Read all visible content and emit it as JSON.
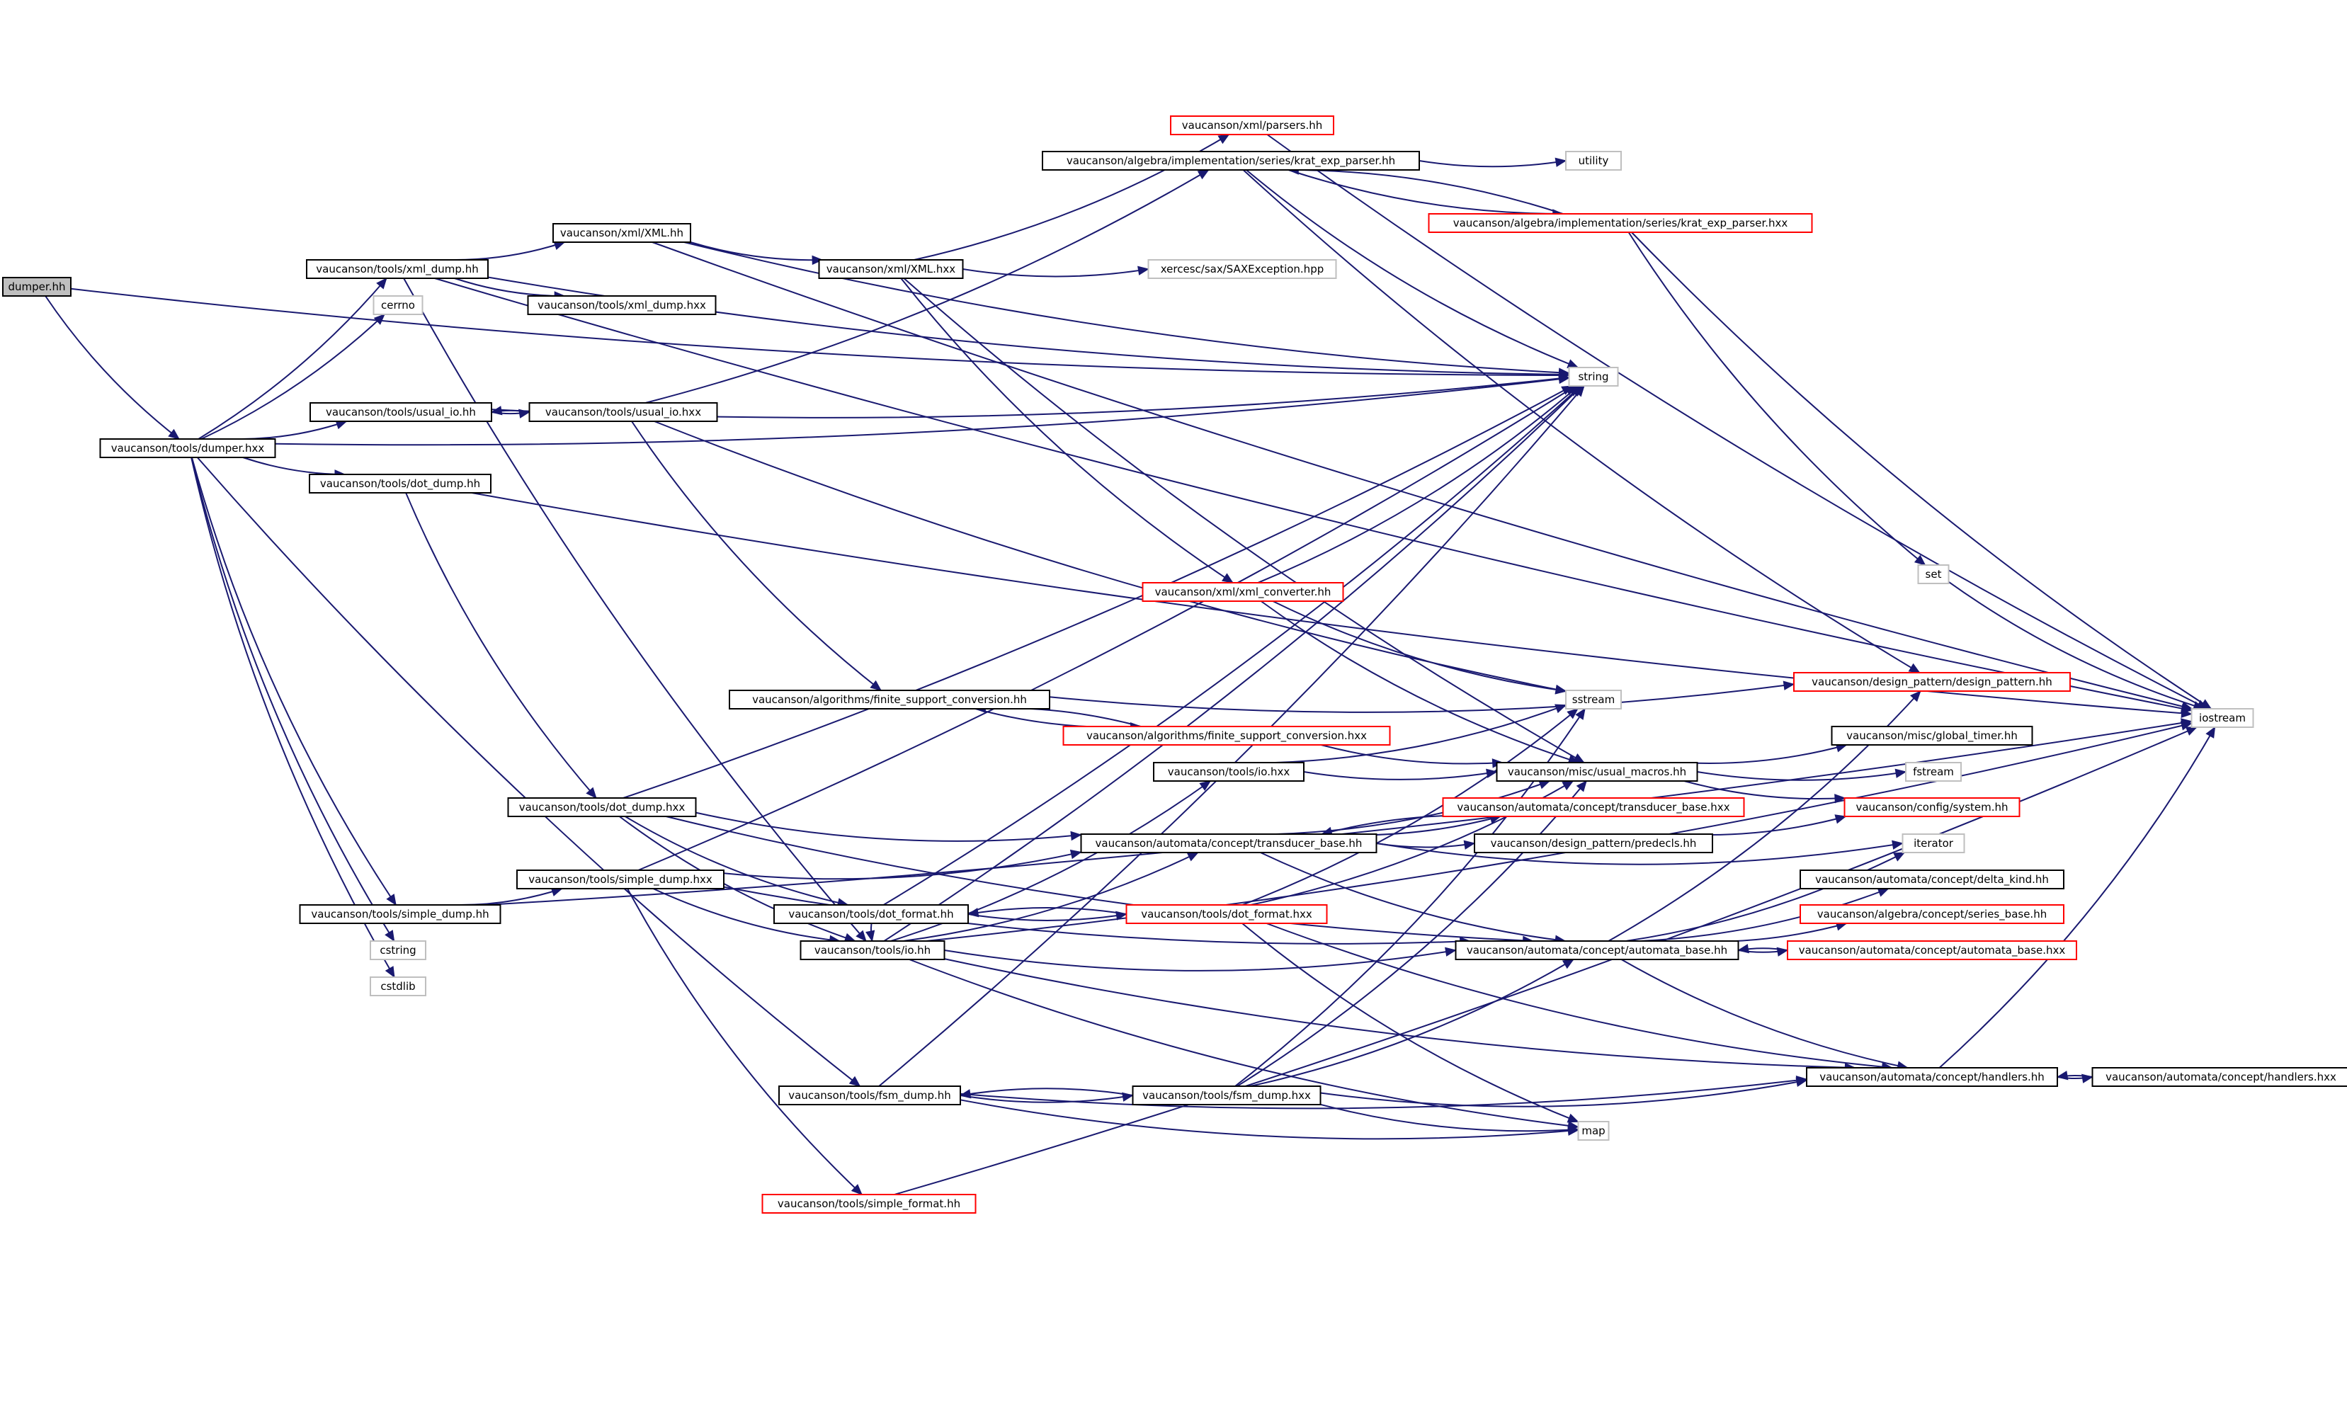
{
  "colors": {
    "edge": "#191970",
    "default_border": "#000000",
    "missing_border": "#ff0000",
    "external_border": "#bfbfbf",
    "root_fill": "#bfbfbf"
  },
  "nodes": [
    {
      "id": "dumper_hh",
      "label": "dumper.hh",
      "style": "root"
    },
    {
      "id": "dumper_hxx",
      "label": "vaucanson/tools/dumper.hxx",
      "style": "default"
    },
    {
      "id": "xml_dump_hh",
      "label": "vaucanson/tools/xml_dump.hh",
      "style": "default"
    },
    {
      "id": "cerrno",
      "label": "cerrno",
      "style": "external"
    },
    {
      "id": "usual_io_hh",
      "label": "vaucanson/tools/usual_io.hh",
      "style": "default"
    },
    {
      "id": "usual_io_hxx",
      "label": "vaucanson/tools/usual_io.hxx",
      "style": "default"
    },
    {
      "id": "dot_dump_hh",
      "label": "vaucanson/tools/dot_dump.hh",
      "style": "default"
    },
    {
      "id": "simple_dump_hh",
      "label": "vaucanson/tools/simple_dump.hh",
      "style": "default"
    },
    {
      "id": "cstring",
      "label": "cstring",
      "style": "external"
    },
    {
      "id": "cstdlib",
      "label": "cstdlib",
      "style": "external"
    },
    {
      "id": "xml_XML_hh",
      "label": "vaucanson/xml/XML.hh",
      "style": "default"
    },
    {
      "id": "xml_dump_hxx",
      "label": "vaucanson/tools/xml_dump.hxx",
      "style": "default"
    },
    {
      "id": "xml_XML_hxx",
      "label": "vaucanson/xml/XML.hxx",
      "style": "default"
    },
    {
      "id": "parsers_hh",
      "label": "vaucanson/xml/parsers.hh",
      "style": "missing"
    },
    {
      "id": "krat_parser_hh",
      "label": "vaucanson/algebra/implementation/series/krat_exp_parser.hh",
      "style": "default"
    },
    {
      "id": "utility",
      "label": "utility",
      "style": "external"
    },
    {
      "id": "krat_parser_hxx",
      "label": "vaucanson/algebra/implementation/series/krat_exp_parser.hxx",
      "style": "missing"
    },
    {
      "id": "xerces",
      "label": "xercesc/sax/SAXException.hpp",
      "style": "external"
    },
    {
      "id": "string",
      "label": "string",
      "style": "external"
    },
    {
      "id": "iostream",
      "label": "iostream",
      "style": "external"
    },
    {
      "id": "set",
      "label": "set",
      "style": "external"
    },
    {
      "id": "xml_converter_hh",
      "label": "vaucanson/xml/xml_converter.hh",
      "style": "missing"
    },
    {
      "id": "fsc_hh",
      "label": "vaucanson/algorithms/finite_support_conversion.hh",
      "style": "default"
    },
    {
      "id": "fsc_hxx",
      "label": "vaucanson/algorithms/finite_support_conversion.hxx",
      "style": "missing"
    },
    {
      "id": "sstream",
      "label": "sstream",
      "style": "external"
    },
    {
      "id": "design_pattern_hh",
      "label": "vaucanson/design_pattern/design_pattern.hh",
      "style": "missing"
    },
    {
      "id": "global_timer_hh",
      "label": "vaucanson/misc/global_timer.hh",
      "style": "default"
    },
    {
      "id": "usual_macros_hh",
      "label": "vaucanson/misc/usual_macros.hh",
      "style": "default"
    },
    {
      "id": "fstream",
      "label": "fstream",
      "style": "external"
    },
    {
      "id": "io_hxx",
      "label": "vaucanson/tools/io.hxx",
      "style": "default"
    },
    {
      "id": "dot_dump_hxx",
      "label": "vaucanson/tools/dot_dump.hxx",
      "style": "default"
    },
    {
      "id": "transducer_base_hxx",
      "label": "vaucanson/automata/concept/transducer_base.hxx",
      "style": "missing"
    },
    {
      "id": "config_system_hh",
      "label": "vaucanson/config/system.hh",
      "style": "missing"
    },
    {
      "id": "transducer_base_hh",
      "label": "vaucanson/automata/concept/transducer_base.hh",
      "style": "default"
    },
    {
      "id": "predecls_hh",
      "label": "vaucanson/design_pattern/predecls.hh",
      "style": "default"
    },
    {
      "id": "iterator",
      "label": "iterator",
      "style": "external"
    },
    {
      "id": "simple_dump_hxx",
      "label": "vaucanson/tools/simple_dump.hxx",
      "style": "default"
    },
    {
      "id": "delta_kind_hh",
      "label": "vaucanson/automata/concept/delta_kind.hh",
      "style": "default"
    },
    {
      "id": "dot_format_hh",
      "label": "vaucanson/tools/dot_format.hh",
      "style": "default"
    },
    {
      "id": "dot_format_hxx",
      "label": "vaucanson/tools/dot_format.hxx",
      "style": "missing"
    },
    {
      "id": "series_base_hh",
      "label": "vaucanson/algebra/concept/series_base.hh",
      "style": "missing"
    },
    {
      "id": "io_hh",
      "label": "vaucanson/tools/io.hh",
      "style": "default"
    },
    {
      "id": "automata_base_hh",
      "label": "vaucanson/automata/concept/automata_base.hh",
      "style": "default"
    },
    {
      "id": "automata_base_hxx",
      "label": "vaucanson/automata/concept/automata_base.hxx",
      "style": "missing"
    },
    {
      "id": "fsm_dump_hh",
      "label": "vaucanson/tools/fsm_dump.hh",
      "style": "default"
    },
    {
      "id": "fsm_dump_hxx",
      "label": "vaucanson/tools/fsm_dump.hxx",
      "style": "default"
    },
    {
      "id": "handlers_hh",
      "label": "vaucanson/automata/concept/handlers.hh",
      "style": "default"
    },
    {
      "id": "handlers_hxx",
      "label": "vaucanson/automata/concept/handlers.hxx",
      "style": "default"
    },
    {
      "id": "map",
      "label": "map",
      "style": "external"
    },
    {
      "id": "simple_format_hh",
      "label": "vaucanson/tools/simple_format.hh",
      "style": "missing"
    }
  ],
  "edges": [
    [
      "dumper_hh",
      "dumper_hxx"
    ],
    [
      "dumper_hh",
      "string"
    ],
    [
      "dumper_hxx",
      "xml_dump_hh"
    ],
    [
      "dumper_hxx",
      "cerrno"
    ],
    [
      "dumper_hxx",
      "string"
    ],
    [
      "dumper_hxx",
      "usual_io_hh"
    ],
    [
      "dumper_hxx",
      "dot_dump_hh"
    ],
    [
      "dumper_hxx",
      "simple_dump_hh"
    ],
    [
      "dumper_hxx",
      "cstring"
    ],
    [
      "dumper_hxx",
      "cstdlib"
    ],
    [
      "dumper_hxx",
      "fsm_dump_hh"
    ],
    [
      "xml_dump_hh",
      "xml_XML_hh"
    ],
    [
      "xml_dump_hh",
      "xml_dump_hxx"
    ],
    [
      "xml_dump_hh",
      "string"
    ],
    [
      "xml_dump_hh",
      "iostream"
    ],
    [
      "xml_dump_hh",
      "io_hh"
    ],
    [
      "xml_XML_hh",
      "xml_XML_hxx"
    ],
    [
      "xml_XML_hh",
      "string"
    ],
    [
      "xml_XML_hh",
      "iostream"
    ],
    [
      "xml_XML_hxx",
      "xerces"
    ],
    [
      "xml_XML_hxx",
      "parsers_hh"
    ],
    [
      "xml_XML_hxx",
      "xml_converter_hh"
    ],
    [
      "xml_XML_hxx",
      "usual_macros_hh"
    ],
    [
      "parsers_hh",
      "iostream"
    ],
    [
      "krat_parser_hh",
      "utility"
    ],
    [
      "krat_parser_hh",
      "krat_parser_hxx"
    ],
    [
      "krat_parser_hh",
      "string"
    ],
    [
      "krat_parser_hh",
      "design_pattern_hh"
    ],
    [
      "krat_parser_hxx",
      "krat_parser_hh"
    ],
    [
      "krat_parser_hxx",
      "set"
    ],
    [
      "krat_parser_hxx",
      "iostream"
    ],
    [
      "usual_io_hh",
      "usual_io_hxx"
    ],
    [
      "usual_io_hxx",
      "usual_io_hh"
    ],
    [
      "usual_io_hxx",
      "krat_parser_hh"
    ],
    [
      "usual_io_hxx",
      "fsc_hh"
    ],
    [
      "usual_io_hxx",
      "sstream"
    ],
    [
      "usual_io_hh",
      "string"
    ],
    [
      "dot_dump_hh",
      "iostream"
    ],
    [
      "dot_dump_hh",
      "dot_dump_hxx"
    ],
    [
      "dot_dump_hxx",
      "string"
    ],
    [
      "dot_dump_hxx",
      "transducer_base_hh"
    ],
    [
      "dot_dump_hxx",
      "automata_base_hh"
    ],
    [
      "dot_dump_hxx",
      "dot_format_hh"
    ],
    [
      "dot_dump_hxx",
      "io_hh"
    ],
    [
      "simple_dump_hh",
      "simple_dump_hxx"
    ],
    [
      "simple_dump_hh",
      "iostream"
    ],
    [
      "simple_dump_hxx",
      "transducer_base_hh"
    ],
    [
      "simple_dump_hxx",
      "automata_base_hh"
    ],
    [
      "simple_dump_hxx",
      "io_hh"
    ],
    [
      "simple_dump_hxx",
      "simple_format_hh"
    ],
    [
      "simple_dump_hxx",
      "string"
    ],
    [
      "fsc_hh",
      "design_pattern_hh"
    ],
    [
      "fsc_hh",
      "fsc_hxx"
    ],
    [
      "fsc_hxx",
      "fsc_hh"
    ],
    [
      "fsc_hxx",
      "usual_macros_hh"
    ],
    [
      "xml_converter_hh",
      "string"
    ],
    [
      "xml_converter_hh",
      "sstream"
    ],
    [
      "xml_converter_hh",
      "usual_macros_hh"
    ],
    [
      "usual_macros_hh",
      "global_timer_hh"
    ],
    [
      "usual_macros_hh",
      "fstream"
    ],
    [
      "usual_macros_hh",
      "config_system_hh"
    ],
    [
      "transducer_base_hh",
      "transducer_base_hxx"
    ],
    [
      "transducer_base_hh",
      "predecls_hh"
    ],
    [
      "transducer_base_hh",
      "automata_base_hh"
    ],
    [
      "transducer_base_hh",
      "usual_macros_hh"
    ],
    [
      "transducer_base_hh",
      "iterator"
    ],
    [
      "transducer_base_hxx",
      "transducer_base_hh"
    ],
    [
      "predecls_hh",
      "config_system_hh"
    ],
    [
      "automata_base_hh",
      "delta_kind_hh"
    ],
    [
      "automata_base_hh",
      "series_base_hh"
    ],
    [
      "automata_base_hh",
      "automata_base_hxx"
    ],
    [
      "automata_base_hh",
      "handlers_hh"
    ],
    [
      "automata_base_hh",
      "design_pattern_hh"
    ],
    [
      "automata_base_hh",
      "iterator"
    ],
    [
      "automata_base_hxx",
      "automata_base_hh"
    ],
    [
      "handlers_hh",
      "handlers_hxx"
    ],
    [
      "handlers_hh",
      "iostream"
    ],
    [
      "handlers_hxx",
      "handlers_hh"
    ],
    [
      "io_hh",
      "io_hxx"
    ],
    [
      "io_hh",
      "string"
    ],
    [
      "io_hh",
      "automata_base_hh"
    ],
    [
      "io_hh",
      "transducer_base_hh"
    ],
    [
      "io_hh",
      "iostream"
    ],
    [
      "io_hh",
      "map"
    ],
    [
      "io_hh",
      "handlers_hh"
    ],
    [
      "io_hxx",
      "sstream"
    ],
    [
      "io_hxx",
      "usual_macros_hh"
    ],
    [
      "dot_format_hh",
      "dot_format_hxx"
    ],
    [
      "dot_format_hh",
      "string"
    ],
    [
      "dot_format_hh",
      "io_hh"
    ],
    [
      "dot_format_hxx",
      "dot_format_hh"
    ],
    [
      "dot_format_hxx",
      "usual_macros_hh"
    ],
    [
      "dot_format_hxx",
      "sstream"
    ],
    [
      "dot_format_hxx",
      "map"
    ],
    [
      "dot_format_hxx",
      "handlers_hh"
    ],
    [
      "fsm_dump_hh",
      "fsm_dump_hxx"
    ],
    [
      "fsm_dump_hh",
      "string"
    ],
    [
      "fsm_dump_hh",
      "map"
    ],
    [
      "fsm_dump_hh",
      "handlers_hh"
    ],
    [
      "fsm_dump_hxx",
      "fsm_dump_hh"
    ],
    [
      "fsm_dump_hxx",
      "automata_base_hh"
    ],
    [
      "fsm_dump_hxx",
      "handlers_hh"
    ],
    [
      "fsm_dump_hxx",
      "sstream"
    ],
    [
      "fsm_dump_hxx",
      "map"
    ],
    [
      "fsm_dump_hxx",
      "usual_macros_hh"
    ],
    [
      "simple_format_hh",
      "iostream"
    ],
    [
      "set",
      "iostream"
    ]
  ]
}
